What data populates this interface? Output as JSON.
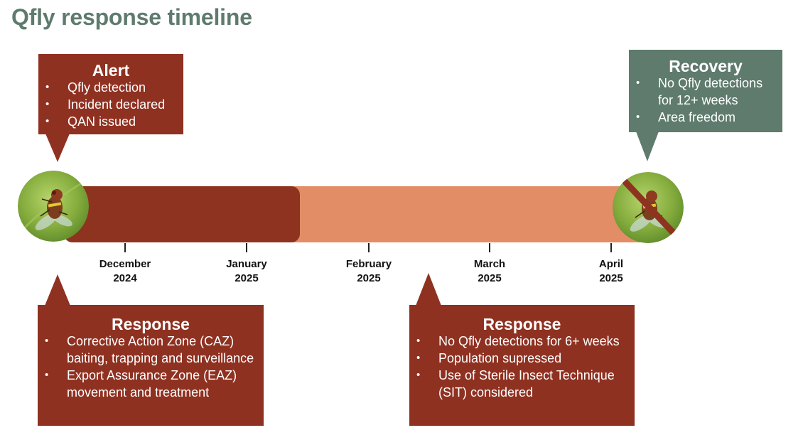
{
  "page": {
    "title": "Qfly response timeline"
  },
  "alert": {
    "title": "Alert",
    "items": [
      "Qfly detection",
      "Incident declared",
      "QAN issued"
    ]
  },
  "recovery": {
    "title": "Recovery",
    "items": [
      "No Qfly detections for 12+ weeks",
      "Area freedom"
    ]
  },
  "response_left": {
    "title": "Response",
    "items": [
      "Corrective Action Zone (CAZ) baiting, trapping and surveillance",
      "Export Assurance Zone (EAZ) movement and treatment"
    ]
  },
  "response_right": {
    "title": "Response",
    "items": [
      "No Qfly detections for 6+ weeks",
      "Population supressed",
      "Use of Sterile Insect Technique (SIT) considered"
    ]
  },
  "timeline": {
    "months": [
      {
        "month": "December",
        "year": "2024"
      },
      {
        "month": "January",
        "year": "2025"
      },
      {
        "month": "February",
        "year": "2025"
      },
      {
        "month": "March",
        "year": "2025"
      },
      {
        "month": "April",
        "year": "2025"
      }
    ],
    "progress_fraction": 0.4
  },
  "icons": {
    "start": "fruit-fly-icon",
    "end": "fruit-fly-crossed-out-icon"
  },
  "colors": {
    "title": "#5f7b6e",
    "response_red": "#8f3121",
    "recovery_green": "#5e7b6d",
    "progress_dark": "#8e3320",
    "track_light": "#e38d66"
  }
}
